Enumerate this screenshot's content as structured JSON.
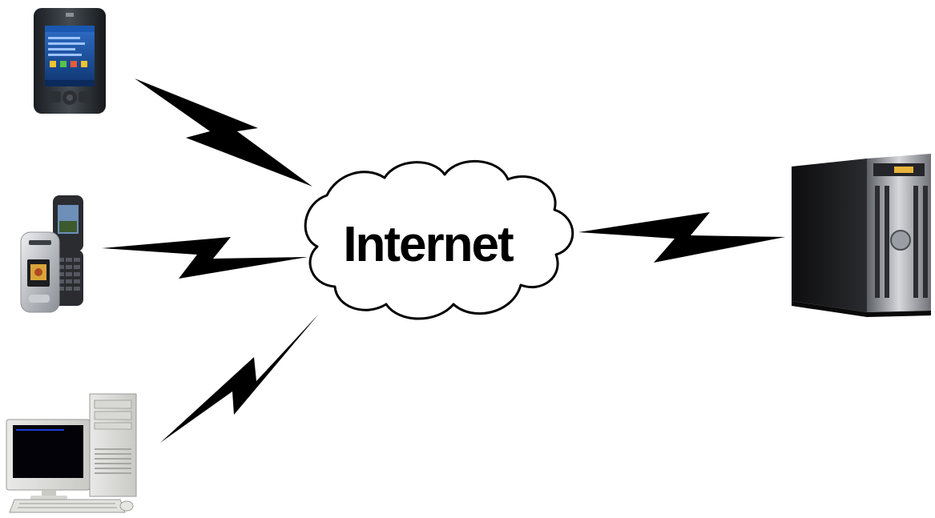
{
  "diagram": {
    "cloud": {
      "label": "Internet",
      "icon": "cloud-icon"
    },
    "clients": [
      {
        "name": "pda-device",
        "icon": "pda-icon"
      },
      {
        "name": "flip-phone",
        "icon": "flip-phone-icon"
      },
      {
        "name": "desktop-computer",
        "icon": "desktop-computer-icon"
      }
    ],
    "server": {
      "name": "tower-server",
      "icon": "server-tower-icon"
    },
    "links": [
      {
        "from": "pda-device",
        "to": "cloud",
        "style": "lightning"
      },
      {
        "from": "flip-phone",
        "to": "cloud",
        "style": "lightning"
      },
      {
        "from": "desktop-computer",
        "to": "cloud",
        "style": "lightning"
      },
      {
        "from": "cloud",
        "to": "tower-server",
        "style": "lightning"
      }
    ],
    "colors": {
      "bolt": "#000000",
      "cloud_fill": "#ffffff",
      "cloud_stroke": "#000000"
    }
  }
}
